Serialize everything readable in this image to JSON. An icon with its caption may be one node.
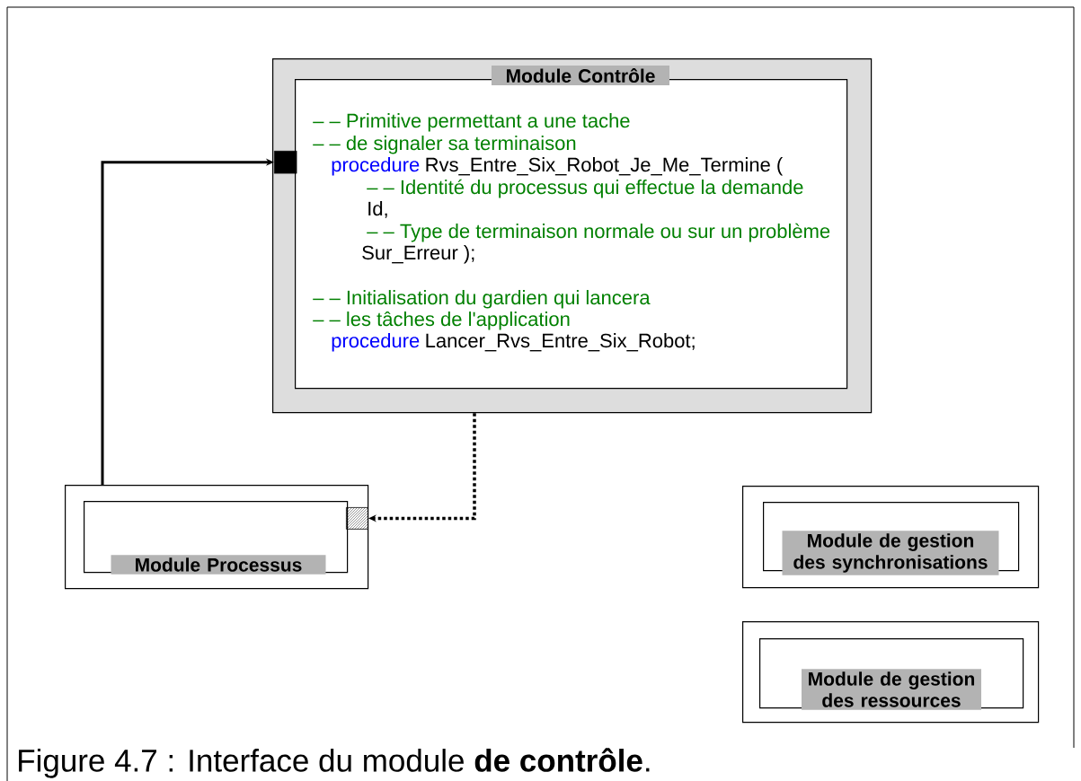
{
  "diagram": {
    "caption": "Figure 4.7 : Interface du module **de contrôle**.",
    "nodes": [
      {
        "text": [],
        "shape": "box"
      },
      {
        "text": [
          "Module Contrôle",
          "– – Primitive permettant a une tache",
          "– – de signaler sa terminaison",
          "procedure",
          "Rvs_Entre_Six_Robot_Je_Me_Termine (",
          "– – Identité du processus qui effectue la demande",
          "Id,",
          "– – Type de terminaison normale ou sur un problème",
          "Sur_Erreur );",
          "– – Initialisation du gardien qui lancera",
          "– – les tâches de l'application",
          "procedure",
          "Lancer_Rvs_Entre_Six_Robot;"
        ],
        "in": 0
      },
      {
        "text": [],
        "shape": "box",
        "in": 0
      },
      {
        "text": [],
        "shape": "box"
      },
      {
        "text": [
          "Module Processus"
        ],
        "in": 3
      },
      {
        "text": [],
        "shape": "box",
        "in": 3
      },
      {
        "text": [],
        "shape": "box"
      },
      {
        "text": [
          "Module de gestion des synchronisations"
        ],
        "in": 6
      },
      {
        "text": [],
        "shape": "box"
      },
      {
        "text": [
          "Module de gestion des ressources"
        ],
        "in": 8
      }
    ],
    "edges": [
      {
        "from": 3,
        "to": 2,
        "arrow": "to"
      },
      {
        "from": 0,
        "to": 5,
        "arrow": "to",
        "style": "dashed"
      }
    ]
  }
}
